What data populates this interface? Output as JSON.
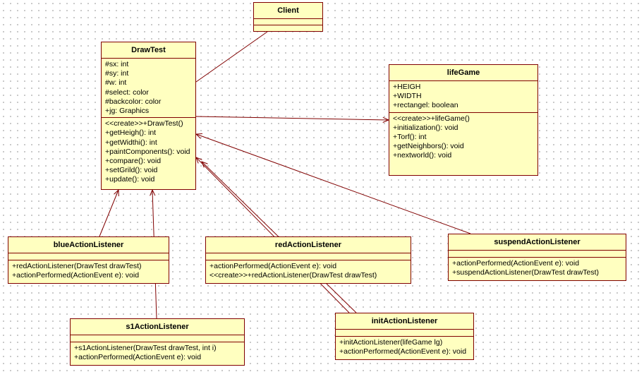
{
  "classes": [
    {
      "id": "client",
      "name": "Client",
      "attributes": [],
      "operations": []
    },
    {
      "id": "drawtest",
      "name": "DrawTest",
      "attributes": [
        "#sx: int",
        "#sy: int",
        "#w: int",
        "#select: color",
        "#backcolor: color",
        "+jg: Graphics"
      ],
      "operations": [
        "<<create>>+DrawTest()",
        "+getHeigh(): int",
        "+getWidthi(): int",
        "+paintComponents(): void",
        "+compare(): void",
        "+setGrild(): void",
        "+update(): void"
      ]
    },
    {
      "id": "lifegame",
      "name": "lifeGame",
      "attributes": [
        "+HEIGH",
        "+WIDTH",
        "+rectangel: boolean"
      ],
      "operations": [
        "<<create>>+lifeGame()",
        "+initialization(): void",
        "+Torf(): int",
        "+getNeighbors(): void",
        "+nextworld(): void"
      ]
    },
    {
      "id": "blue",
      "name": "blueActionListener",
      "attributes": [],
      "operations": [
        "+redActionListener(DrawTest drawTest)",
        "+actionPerformed(ActionEvent e): void"
      ]
    },
    {
      "id": "red",
      "name": "redActionListener",
      "attributes": [],
      "operations": [
        "+actionPerformed(ActionEvent e): void",
        "<<create>>+redActionListener(DrawTest drawTest)"
      ]
    },
    {
      "id": "suspend",
      "name": "suspendActionListener",
      "attributes": [],
      "operations": [
        "+actionPerformed(ActionEvent e): void",
        "+suspendActionListener(DrawTest drawTest)"
      ]
    },
    {
      "id": "s1",
      "name": "s1ActionListener",
      "attributes": [],
      "operations": [
        "+s1ActionListener(DrawTest drawTest, int i)",
        "+actionPerformed(ActionEvent e): void"
      ]
    },
    {
      "id": "init",
      "name": "initActionListener",
      "attributes": [],
      "operations": [
        "+initActionListener(lifeGame lg)",
        "+actionPerformed(ActionEvent e): void"
      ]
    }
  ],
  "relations": [
    {
      "from": "client",
      "to": "drawtest",
      "kind": "association"
    },
    {
      "from": "drawtest",
      "to": "lifegame",
      "kind": "navigable-association"
    },
    {
      "from": "blue",
      "to": "drawtest",
      "kind": "navigable-association"
    },
    {
      "from": "s1",
      "to": "drawtest",
      "kind": "navigable-association"
    },
    {
      "from": "red",
      "to": "drawtest",
      "kind": "navigable-association"
    },
    {
      "from": "init",
      "to": "drawtest",
      "kind": "navigable-association"
    },
    {
      "from": "suspend",
      "to": "drawtest",
      "kind": "navigable-association"
    }
  ],
  "colors": {
    "box_fill": "#ffffc0",
    "box_border": "#800000",
    "edge": "#800000"
  }
}
